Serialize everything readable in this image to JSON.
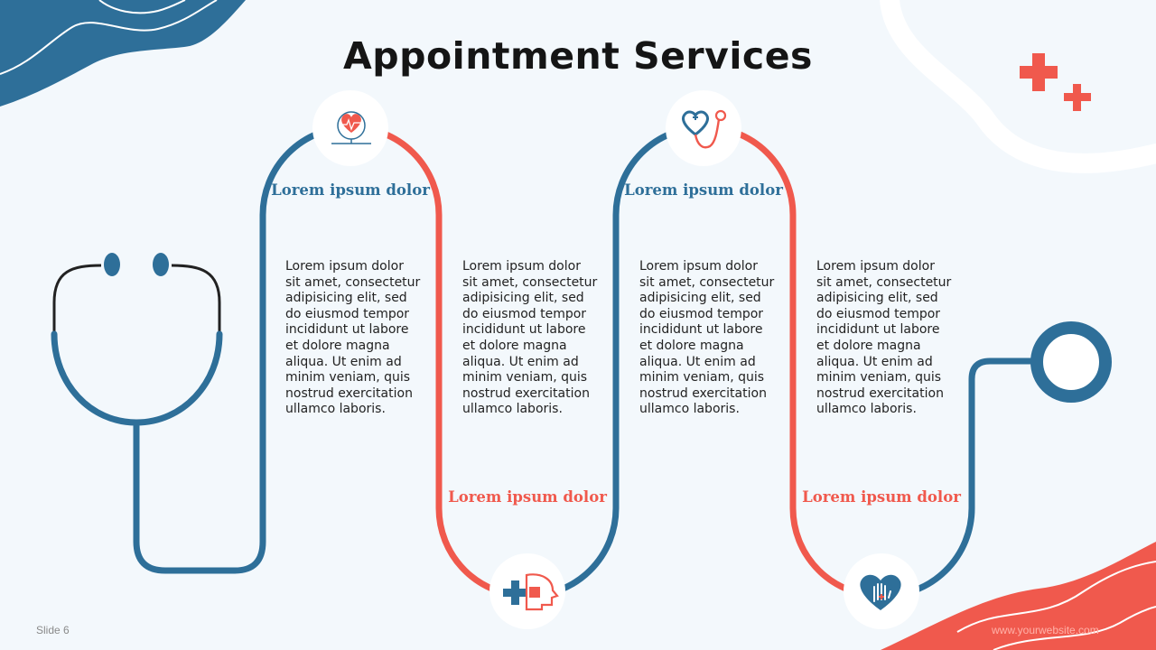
{
  "title": "Appointment Services",
  "steps": [
    {
      "heading": "Lorem ipsum dolor",
      "body": "Lorem ipsum dolor sit amet, consectetur adipisicing elit, sed do eiusmod tempor incididunt ut labore et dolore magna aliqua. Ut enim ad minim veniam, quis nostrud exercitation ullamco laboris.",
      "icon": "heart-monitor-icon",
      "accent": "#2e6f99"
    },
    {
      "heading": "Lorem ipsum dolor",
      "body": "Lorem ipsum dolor sit amet, consectetur adipisicing elit, sed do eiusmod tempor incididunt ut labore et dolore magna aliqua. Ut enim ad minim veniam, quis nostrud exercitation ullamco laboris.",
      "icon": "head-cross-icon",
      "accent": "#f0594d"
    },
    {
      "heading": "Lorem ipsum dolor",
      "body": "Lorem ipsum dolor sit amet, consectetur adipisicing elit, sed do eiusmod tempor incididunt ut labore et dolore magna aliqua. Ut enim ad minim veniam, quis nostrud exercitation ullamco laboris.",
      "icon": "heart-stethoscope-icon",
      "accent": "#2e6f99"
    },
    {
      "heading": "Lorem ipsum dolor",
      "body": "Lorem ipsum dolor sit amet, consectetur adipisicing elit, sed do eiusmod tempor incididunt ut labore et dolore magna aliqua. Ut enim ad minim veniam, quis nostrud exercitation ullamco laboris.",
      "icon": "heart-hand-icon",
      "accent": "#f0594d"
    }
  ],
  "footer": {
    "slide_label": "Slide 6",
    "website": "www.yourwebsite.com"
  },
  "colors": {
    "blue": "#2e6f99",
    "red": "#f0594d",
    "background": "#f3f8fc"
  }
}
